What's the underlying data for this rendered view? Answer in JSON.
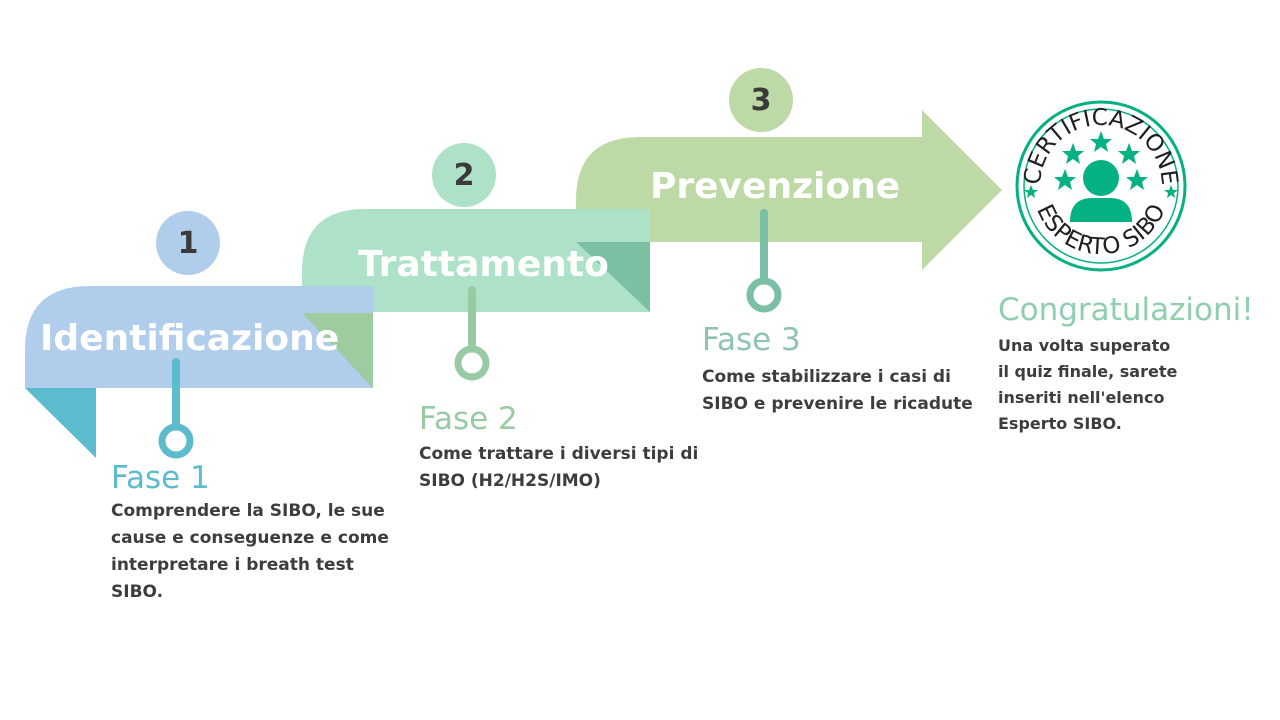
{
  "steps": [
    {
      "number": "1",
      "title": "Identificazione",
      "phase": "Fase 1",
      "description": "Comprendere la SIBO, le sue cause e conseguenze e come interpretare i breath test SIBO."
    },
    {
      "number": "2",
      "title": "Trattamento",
      "phase": "Fase 2",
      "description": "Come trattare i diversi tipi di SIBO (H2/H2S/IMO)"
    },
    {
      "number": "3",
      "title": "Prevenzione",
      "phase": "Fase 3",
      "description": "Come stabilizzare i casi di SIBO e prevenire le ricadute"
    }
  ],
  "badge": {
    "top_text": "CERTIFICAZIONE",
    "bottom_text": "ESPERTO SIBO",
    "icon": "user-icon",
    "color": "#05b083"
  },
  "final": {
    "title": "Congratulazioni!",
    "description": "Una volta superato il quiz finale, sarete inseriti nell'elenco Esperto SIBO."
  },
  "colors": {
    "step1": "#b0cdec",
    "step1_dark": "#5cbccd",
    "step2": "#ade2c8",
    "step2_dark": "#7bbfa5",
    "step3": "#bcd9a6",
    "step1_text": "#5cbccd",
    "step2_text": "#98cba3",
    "step3_text": "#8fc4ad"
  }
}
